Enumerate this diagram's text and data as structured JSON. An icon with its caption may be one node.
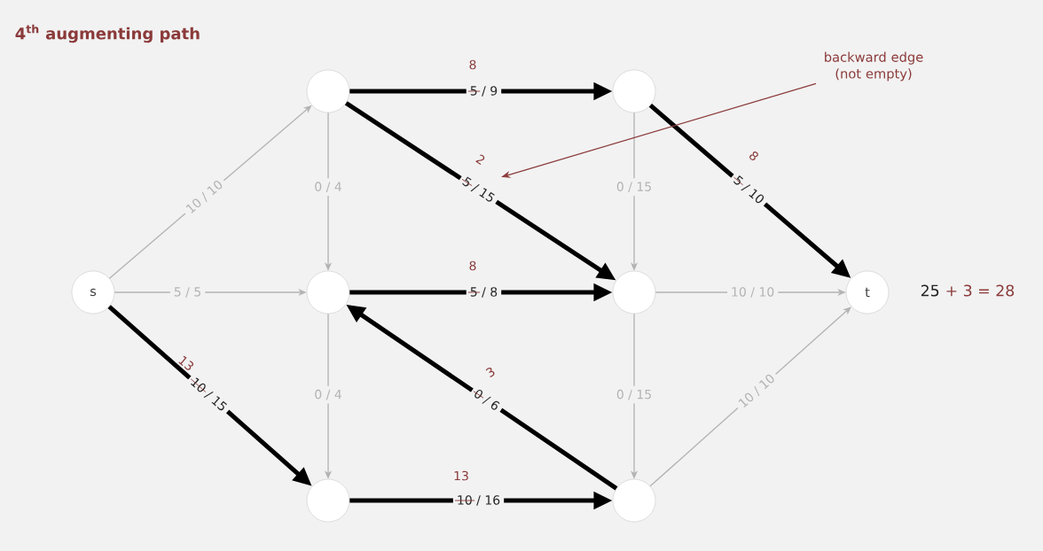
{
  "diagram": {
    "title": "4$^{th}$ augmenting path",
    "nodes": [
      {
        "text": [
          "s"
        ]
      },
      {
        "text": [],
        "shape": "circle"
      },
      {
        "text": [],
        "shape": "circle"
      },
      {
        "text": [],
        "shape": "circle"
      },
      {
        "text": [],
        "shape": "circle"
      },
      {
        "text": [],
        "shape": "circle"
      },
      {
        "text": [],
        "shape": "circle"
      },
      {
        "text": [
          "t"
        ]
      },
      {
        "text": [
          "backward edge (not empty)"
        ]
      }
    ],
    "edges": [
      {
        "from": 0,
        "to": 1,
        "arrow": "to",
        "label": "10 / 10"
      },
      {
        "from": 0,
        "to": 2,
        "arrow": "to",
        "label": "5 / 5"
      },
      {
        "from": 0,
        "to": 3,
        "arrow": "to",
        "label": "10 / 15",
        "style": "thick",
        "color": "#000000"
      },
      {
        "from": 1,
        "to": 2,
        "arrow": "to",
        "label": "0 / 4"
      },
      {
        "from": 1,
        "to": 4,
        "arrow": "to",
        "label": "5 / 9",
        "style": "thick",
        "color": "#000000"
      },
      {
        "from": 1,
        "to": 5,
        "arrow": "to",
        "label": "5 / 15",
        "style": "thick",
        "color": "#000000"
      },
      {
        "from": 2,
        "to": 3,
        "arrow": "to",
        "label": "0 / 4"
      },
      {
        "from": 2,
        "to": 5,
        "arrow": "to",
        "label": "5 / 8",
        "style": "thick",
        "color": "#000000"
      },
      {
        "from": 6,
        "to": 2,
        "arrow": "to",
        "label": "0 / 6",
        "style": "thick",
        "color": "#000000"
      },
      {
        "from": 3,
        "to": 6,
        "arrow": "to",
        "label": "10 / 16",
        "style": "thick",
        "color": "#000000"
      },
      {
        "from": 4,
        "to": 5,
        "arrow": "to",
        "label": "0 / 15"
      },
      {
        "from": 4,
        "to": 7,
        "arrow": "to",
        "label": "5 / 10",
        "style": "thick",
        "color": "#000000"
      },
      {
        "from": 5,
        "to": 7,
        "arrow": "to",
        "label": "10 / 10"
      },
      {
        "from": 5,
        "to": 6,
        "arrow": "to",
        "label": "0 / 15"
      },
      {
        "from": 6,
        "to": 7,
        "arrow": "to",
        "label": "10 / 10"
      },
      {
        "from": 8,
        "to": null,
        "arrow": "to",
        "color": "#8b3a3a"
      }
    ],
    "labels": [
      "8",
      "2",
      "8",
      "8",
      "13",
      "3",
      "13",
      "25",
      "+ 3 = 28"
    ]
  }
}
